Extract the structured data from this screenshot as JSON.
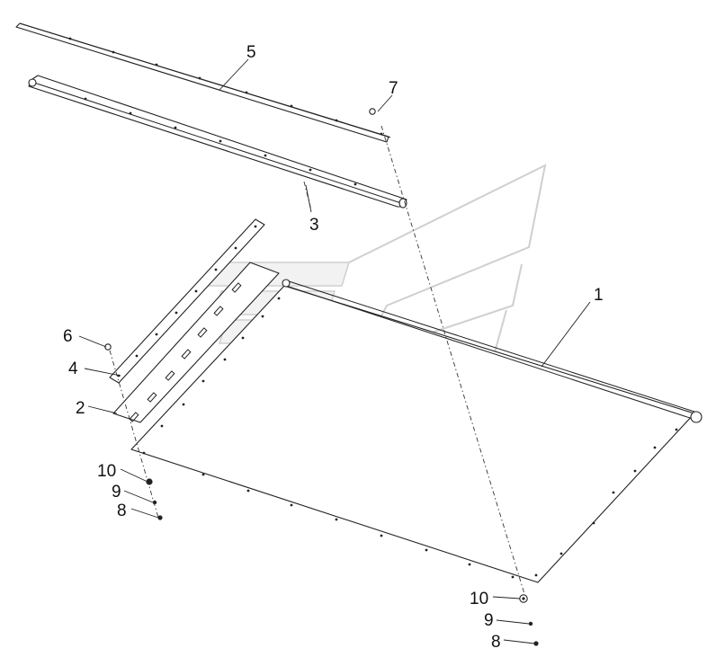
{
  "labels": {
    "part_1": "1",
    "part_2": "2",
    "part_3": "3",
    "part_4": "4",
    "part_5": "5",
    "part_6": "6",
    "part_7": "7",
    "part_8_left": "8",
    "part_9_left": "9",
    "part_10_left": "10",
    "part_8_right": "8",
    "part_9_right": "9",
    "part_10_right": "10"
  },
  "colors": {
    "line": "#222222",
    "watermark": "#cfcfcf",
    "background": "#ffffff"
  }
}
